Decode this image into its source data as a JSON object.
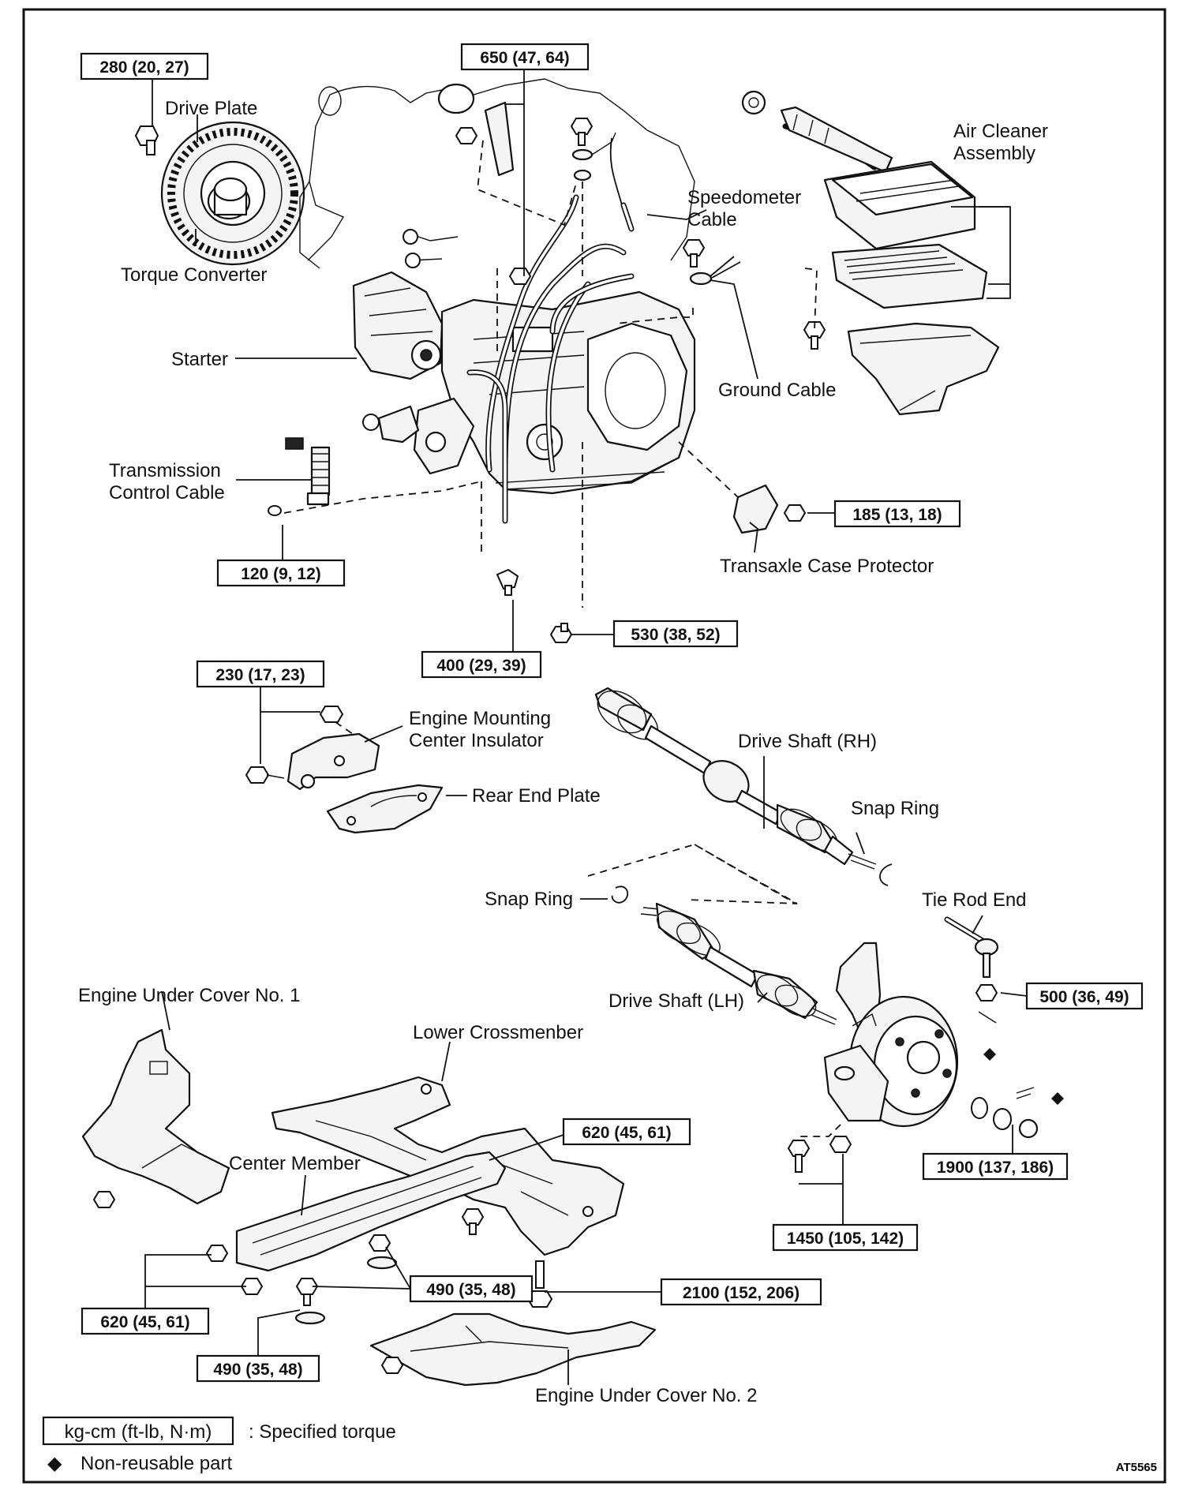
{
  "labels": {
    "drive_plate": "Drive Plate",
    "torque_converter": "Torque Converter",
    "air_cleaner_1": "Air Cleaner",
    "air_cleaner_2": "Assembly",
    "speedometer_cable_1": "Speedometer",
    "speedometer_cable_2": "Cable",
    "starter": "Starter",
    "ground_cable": "Ground Cable",
    "transmission_control_cable_1": "Transmission",
    "transmission_control_cable_2": "Control Cable",
    "transaxle_case_protector": "Transaxle Case Protector",
    "engine_mounting_center_insulator_1": "Engine Mounting",
    "engine_mounting_center_insulator_2": "Center Insulator",
    "rear_end_plate": "Rear End Plate",
    "drive_shaft_rh": "Drive Shaft (RH)",
    "snap_ring_rh": "Snap Ring",
    "snap_ring_lh": "Snap Ring",
    "tie_rod_end": "Tie Rod End",
    "drive_shaft_lh": "Drive Shaft (LH)",
    "engine_under_cover_no1": "Engine Under Cover No. 1",
    "lower_crossmember": "Lower Crossmenber",
    "center_member": "Center Member",
    "engine_under_cover_no2": "Engine Under Cover No. 2"
  },
  "torques": {
    "drive_plate_bolt": "280 (20, 27)",
    "mount_bracket_bolt": "650 (47, 64)",
    "transaxle_case_protector_bolt": "185 (13, 18)",
    "control_cable_nut": "120 (9, 12)",
    "lower_bolt_530": "530 (38, 52)",
    "lower_bolt_400": "400 (29, 39)",
    "center_insulator_bolt": "230 (17, 23)",
    "tie_rod_nut": "500 (36, 49)",
    "axle_hub_nut": "1900 (137, 186)",
    "lower_arm_bolt": "1450 (105, 142)",
    "crossmember_bolt_right": "620 (45, 61)",
    "crossmember_bolt_left": "620 (45, 61)",
    "under_cover_bolt_upper": "490 (35, 48)",
    "under_cover_bolt_lower": "490 (35, 48)",
    "crossmember_mount_bolt": "2100 (152, 206)"
  },
  "legend": {
    "unit_box": "kg-cm (ft-lb, N·m)",
    "unit_desc": ":  Specified torque",
    "non_reusable_symbol": "◆",
    "non_reusable_text": "Non-reusable part"
  },
  "figure_code": "AT5565"
}
